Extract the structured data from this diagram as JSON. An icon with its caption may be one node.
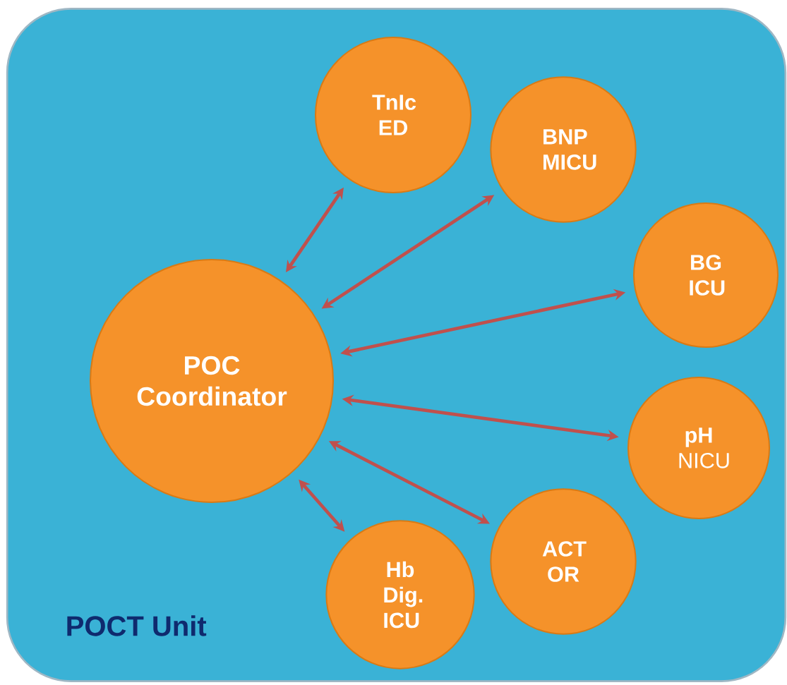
{
  "diagram": {
    "nodes": [
      {
        "text": [
          "POCT Unit"
        ]
      },
      {
        "text": [
          "POC Coordinator"
        ],
        "in": 0
      },
      {
        "text": [
          "TnIc ED"
        ],
        "in": 0
      },
      {
        "text": [
          "BNP MICU"
        ],
        "in": 0
      },
      {
        "text": [
          "BG ICU"
        ],
        "in": 0
      },
      {
        "text": [
          "**pH** NICU"
        ],
        "in": 0
      },
      {
        "text": [
          "ACT OR"
        ],
        "in": 0
      },
      {
        "text": [
          "Hb Dig. ICU"
        ],
        "in": 0
      }
    ],
    "edges": [
      {
        "from": 1,
        "to": 2,
        "arrow": "both"
      },
      {
        "from": 1,
        "to": 3,
        "arrow": "both"
      },
      {
        "from": 1,
        "to": 4,
        "arrow": "both"
      },
      {
        "from": 1,
        "to": 5,
        "arrow": "both"
      },
      {
        "from": 1,
        "to": 6,
        "arrow": "both"
      },
      {
        "from": 1,
        "to": 7,
        "arrow": "both"
      }
    ]
  }
}
